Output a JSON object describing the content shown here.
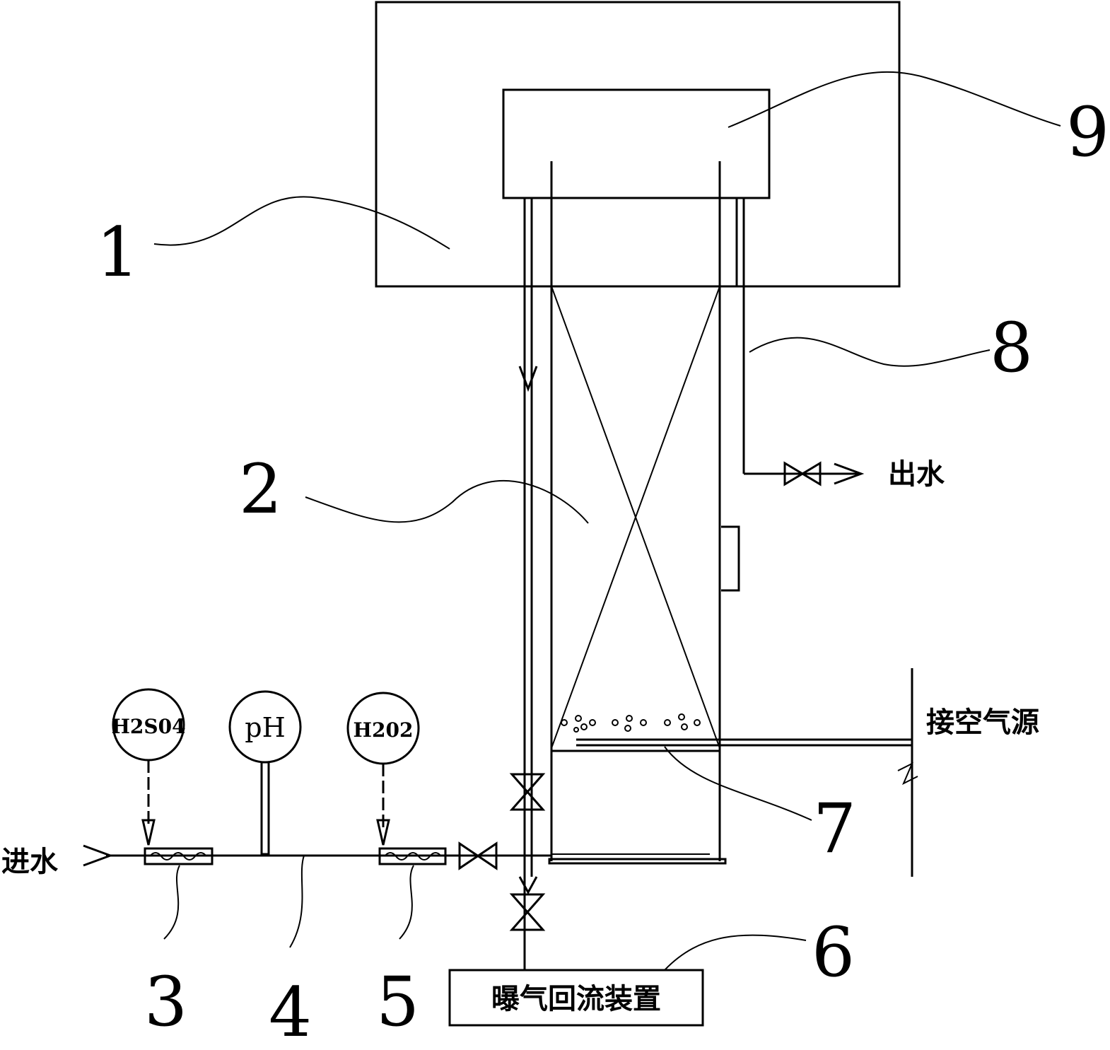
{
  "labels": {
    "n1": "1",
    "n2": "2",
    "n3": "3",
    "n4": "4",
    "n5": "5",
    "n6": "6",
    "n7": "7",
    "n8": "8",
    "n9": "9"
  },
  "text": {
    "inlet": "进水",
    "outlet": "出水",
    "air_source": "接空气源",
    "aeration_device": "曝气回流装置"
  },
  "gauges": {
    "acid": "H2S04",
    "ph": "pH",
    "peroxide": "H202"
  }
}
